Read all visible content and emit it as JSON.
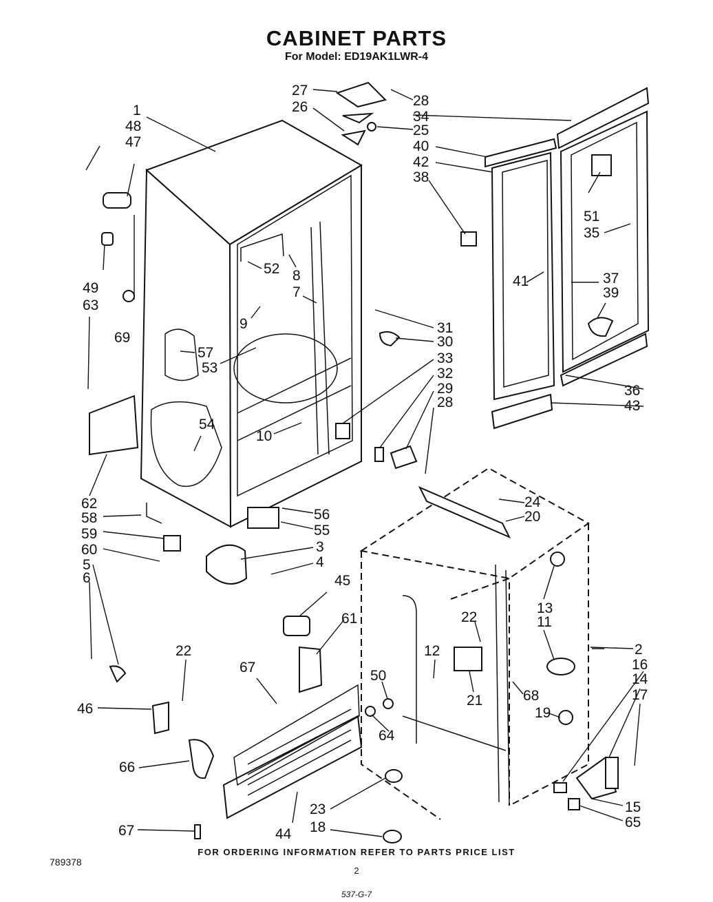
{
  "title": "CABINET PARTS",
  "subtitle": "For Model: ED19AK1LWR-4",
  "footer_note": "FOR ORDERING INFORMATION REFER TO PARTS PRICE LIST",
  "document_number": "789378",
  "page_number": "2",
  "stamp": "537-G-7",
  "callouts": [
    "1",
    "48",
    "47",
    "49",
    "63",
    "69",
    "52",
    "8",
    "7",
    "9",
    "57",
    "53",
    "54",
    "62",
    "58",
    "59",
    "60",
    "5",
    "6",
    "56",
    "55",
    "3",
    "4",
    "10",
    "27",
    "26",
    "28",
    "25",
    "34",
    "40",
    "42",
    "38",
    "51",
    "35",
    "41",
    "37",
    "39",
    "31",
    "30",
    "33",
    "32",
    "29",
    "28",
    "36",
    "43",
    "24",
    "20",
    "13",
    "11",
    "2",
    "22",
    "12",
    "21",
    "68",
    "19",
    "16",
    "14",
    "17",
    "15",
    "65",
    "45",
    "61",
    "22",
    "67",
    "50",
    "64",
    "46",
    "66",
    "23",
    "18",
    "44",
    "67"
  ]
}
